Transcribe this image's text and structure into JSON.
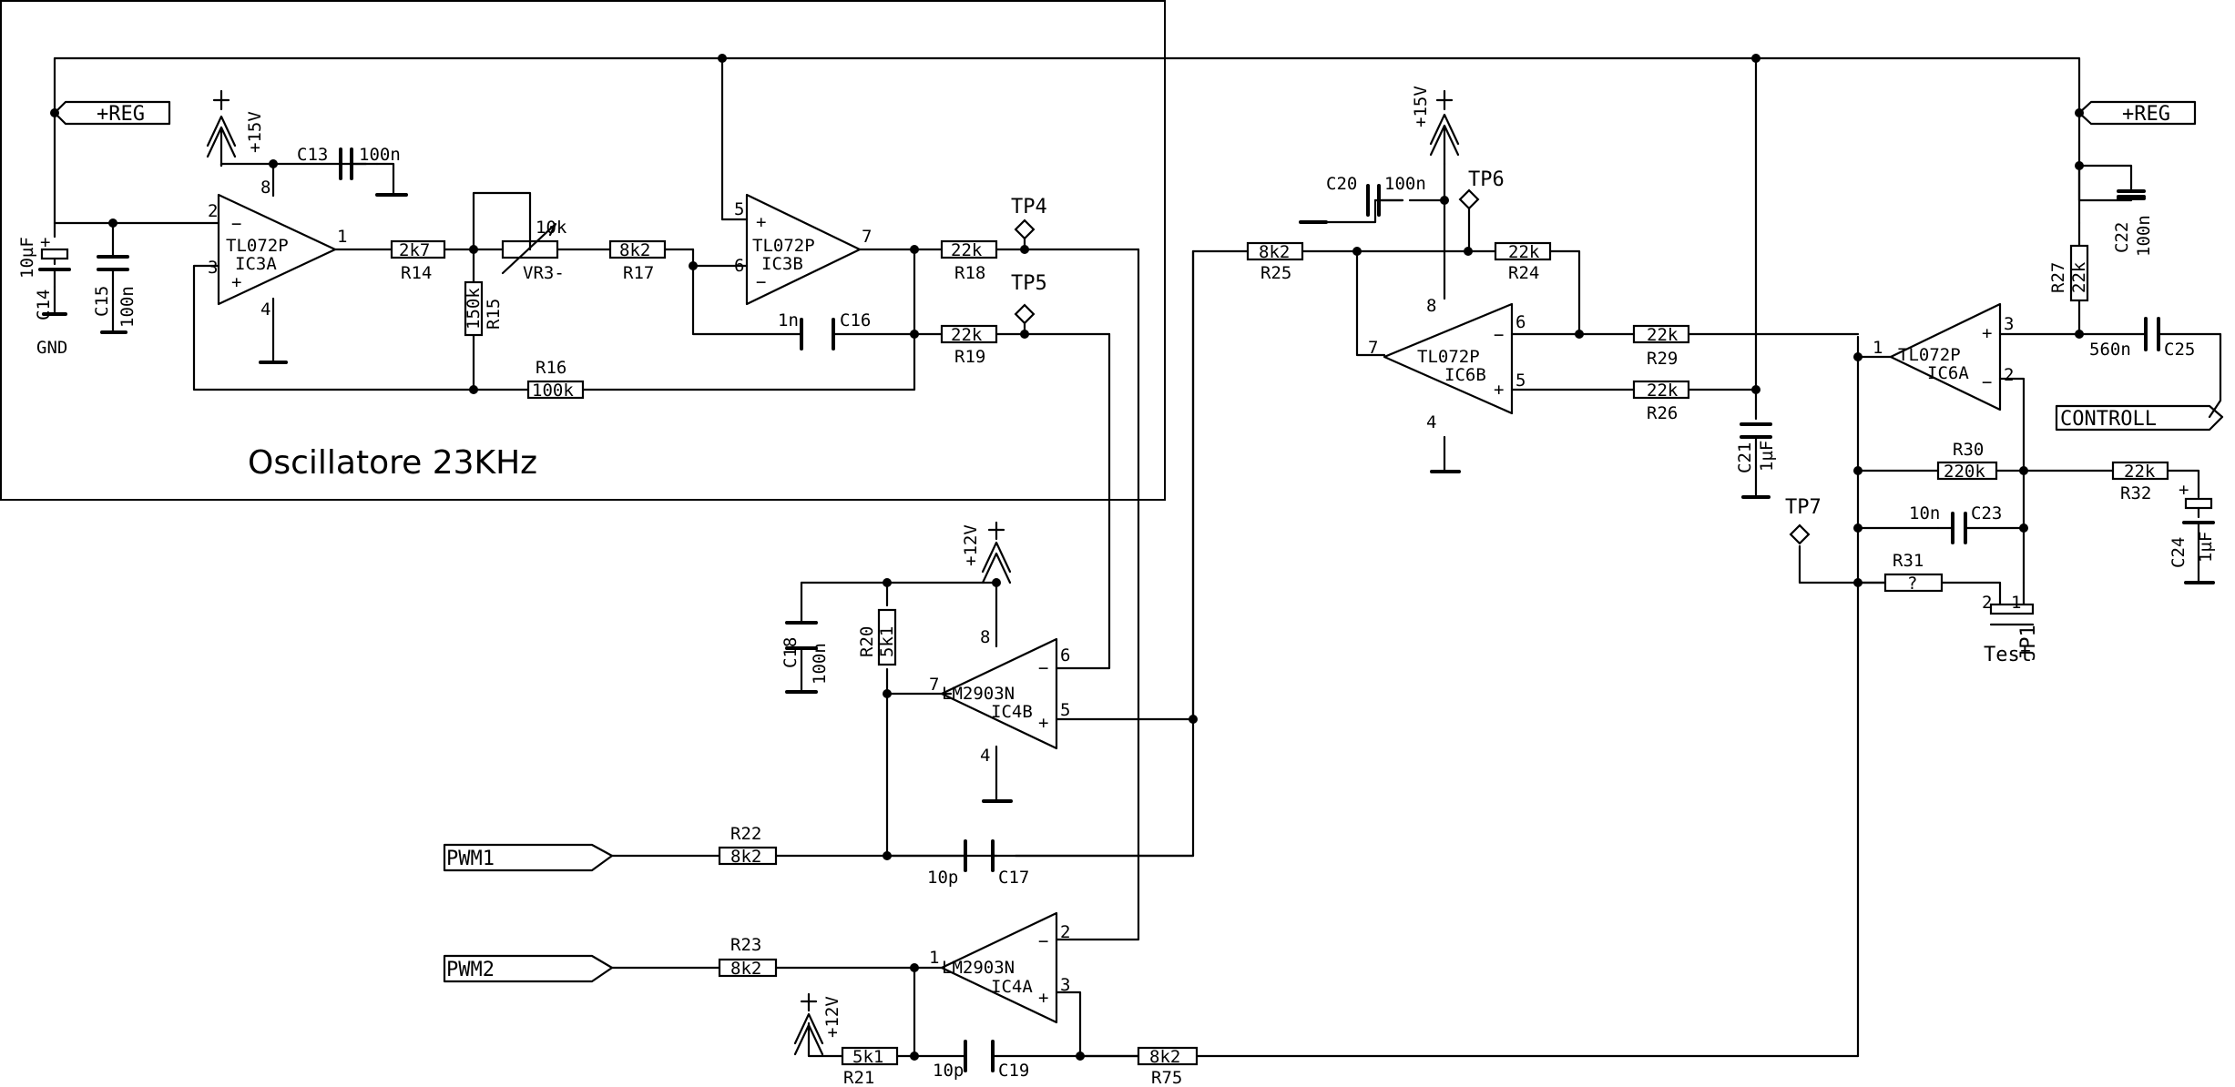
{
  "title": "Oscillatore 23KHz",
  "nets": {
    "reg_left": "+REG",
    "reg_right": "+REG",
    "gnd": "GND",
    "p15_a": "+15V",
    "p15_b": "+15V",
    "p12_a": "+12V",
    "p12_b": "+12V",
    "pwm1": "PWM1",
    "pwm2": "PWM2",
    "controll": "CONTROLL"
  },
  "ics": {
    "ic3a": {
      "part": "TL072P",
      "ref": "IC3A"
    },
    "ic3b": {
      "part": "TL072P",
      "ref": "IC3B"
    },
    "ic6b": {
      "part": "TL072P",
      "ref": "IC6B"
    },
    "ic6a": {
      "part": "TL072P",
      "ref": "IC6A"
    },
    "ic4b": {
      "part": "LM2903N",
      "ref": "IC4B"
    },
    "ic4a": {
      "part": "LM2903N",
      "ref": "IC4A"
    }
  },
  "resistors": {
    "r14": {
      "ref": "R14",
      "value": "2k7"
    },
    "r15": {
      "ref": "R15",
      "value": "150k"
    },
    "r16": {
      "ref": "R16",
      "value": "100k"
    },
    "r17": {
      "ref": "R17",
      "value": "8k2"
    },
    "r18": {
      "ref": "R18",
      "value": "22k"
    },
    "r19": {
      "ref": "R19",
      "value": "22k"
    },
    "r20": {
      "ref": "R20",
      "value": "5k1"
    },
    "r21": {
      "ref": "R21",
      "value": "5k1"
    },
    "r22": {
      "ref": "R22",
      "value": "8k2"
    },
    "r23": {
      "ref": "R23",
      "value": "8k2"
    },
    "r24": {
      "ref": "R24",
      "value": "22k"
    },
    "r25": {
      "ref": "R25",
      "value": "8k2"
    },
    "r26": {
      "ref": "R26",
      "value": "22k"
    },
    "r27": {
      "ref": "R27",
      "value": "22k"
    },
    "r29": {
      "ref": "R29",
      "value": "22k"
    },
    "r30": {
      "ref": "R30",
      "value": "220k"
    },
    "r31": {
      "ref": "R31",
      "value": "?"
    },
    "r32": {
      "ref": "R32",
      "value": "22k"
    },
    "r75": {
      "ref": "R75",
      "value": "8k2"
    }
  },
  "capacitors": {
    "c13": {
      "ref": "C13",
      "value": "100n"
    },
    "c14": {
      "ref": "C14",
      "value": "10µF"
    },
    "c15": {
      "ref": "C15",
      "value": "100n"
    },
    "c16": {
      "ref": "C16",
      "value": "1n"
    },
    "c17": {
      "ref": "C17",
      "value": "10p"
    },
    "c18": {
      "ref": "C18",
      "value": "100n"
    },
    "c19": {
      "ref": "C19",
      "value": "10p"
    },
    "c20": {
      "ref": "C20",
      "value": "100n"
    },
    "c21": {
      "ref": "C21",
      "value": "1µF"
    },
    "c22": {
      "ref": "C22",
      "value": "100n"
    },
    "c23": {
      "ref": "C23",
      "value": "10n"
    },
    "c24": {
      "ref": "C24",
      "value": "1µF"
    },
    "c25": {
      "ref": "C25",
      "value": "560n"
    }
  },
  "pot": {
    "ref": "VR3-",
    "value": "10k"
  },
  "testpoints": [
    "TP4",
    "TP5",
    "TP6",
    "TP7"
  ],
  "jumper": {
    "ref": "JP1",
    "label": "Test",
    "pin1": "1",
    "pin2": "2"
  },
  "pins": {
    "ic3a": [
      "2",
      "3",
      "1",
      "8",
      "4"
    ],
    "ic3b": [
      "5",
      "6",
      "7"
    ],
    "ic6b": [
      "6",
      "5",
      "7",
      "8",
      "4"
    ],
    "ic6a": [
      "3",
      "2",
      "1"
    ],
    "ic4b": [
      "6",
      "5",
      "7",
      "8",
      "4"
    ],
    "ic4a": [
      "2",
      "3",
      "1"
    ]
  },
  "signs": {
    "plus": "+",
    "minus": "−"
  }
}
